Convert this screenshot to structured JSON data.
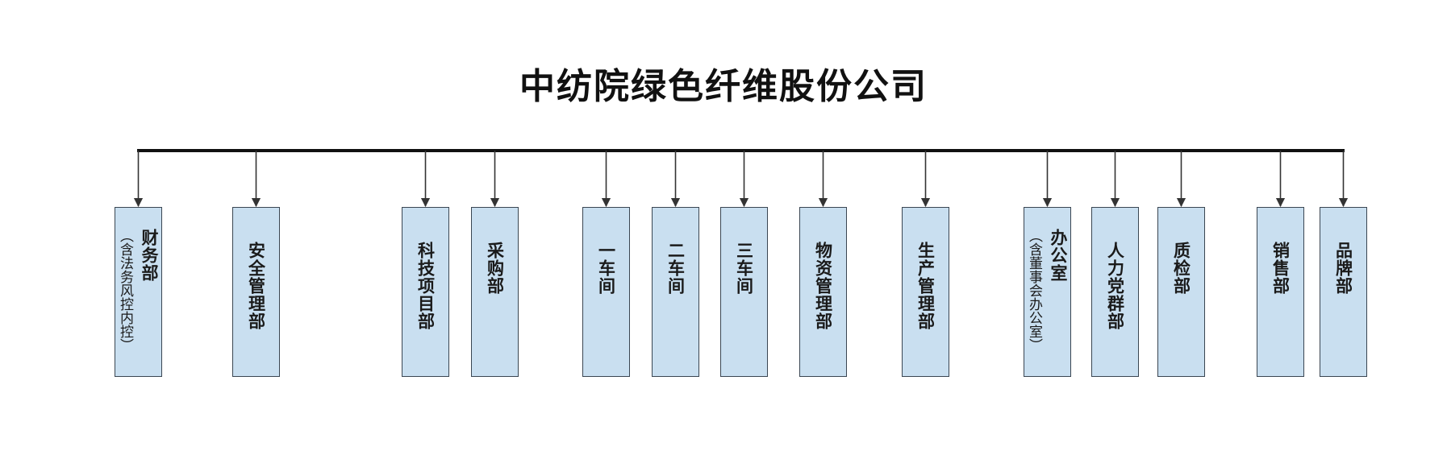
{
  "title": "中纺院绿色纤维股份公司",
  "colors": {
    "box_fill": "#c9dff0",
    "box_border": "#3a4652",
    "line": "#111111"
  },
  "departments": [
    {
      "name": "财务部",
      "sub": "（含法务风控内控）"
    },
    {
      "name": "安全管理部"
    },
    {
      "name": "科技项目部"
    },
    {
      "name": "采购部"
    },
    {
      "name": "一车间"
    },
    {
      "name": "二车间"
    },
    {
      "name": "三车间"
    },
    {
      "name": "物资管理部"
    },
    {
      "name": "生产管理部"
    },
    {
      "name": "办公室",
      "sub": "（含董事会办公室）"
    },
    {
      "name": "人力党群部"
    },
    {
      "name": "质检部"
    },
    {
      "name": "销售部"
    },
    {
      "name": "品牌部"
    }
  ]
}
